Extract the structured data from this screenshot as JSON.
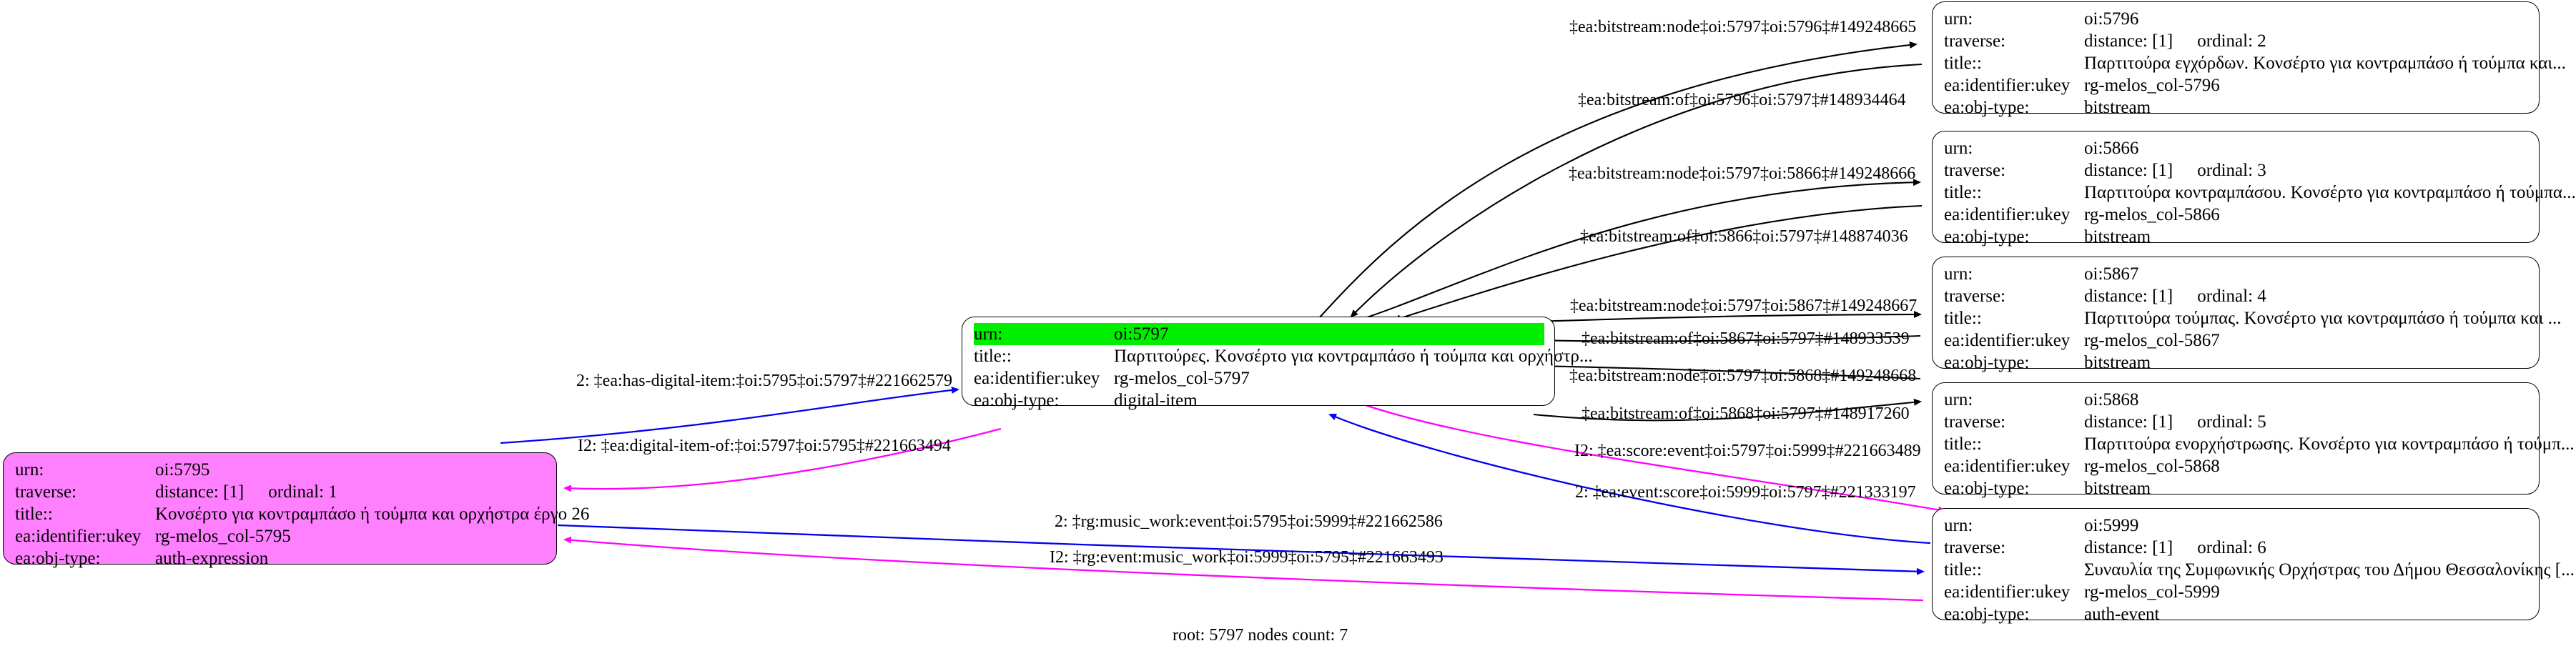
{
  "graph": {
    "caption": "root: 5797 nodes count: 7",
    "field_labels": {
      "urn": "urn:",
      "traverse": "traverse:",
      "title": "title::",
      "ukey": "ea:identifier:ukey",
      "objtype": "ea:obj-type:"
    },
    "colors": {
      "highlight": "#00ee00",
      "root_fill": "#ff80ff",
      "edge_black": "#000000",
      "edge_blue": "#0000ee",
      "edge_magenta": "#ff00ff",
      "node_border": "#000000",
      "background": "#ffffff"
    }
  },
  "nodes": [
    {
      "id": "oi:5797",
      "urn": "oi:5797",
      "traverse": null,
      "traverse_distance": null,
      "traverse_ordinal": null,
      "title": "Παρτιτούρες. Κονσέρτο για κοντραμπάσο ή τούμπα και ορχήστρ...",
      "ukey": "rg-melos_col-5797",
      "objtype": "digital-item"
    },
    {
      "id": "oi:5795",
      "urn": "oi:5795",
      "traverse_distance": "distance: [1]",
      "traverse_ordinal": "ordinal: 1",
      "title": "Κονσέρτο για κοντραμπάσο ή τούμπα και ορχήστρα έργο 26",
      "ukey": "rg-melos_col-5795",
      "objtype": "auth-expression"
    },
    {
      "id": "oi:5796",
      "urn": "oi:5796",
      "traverse_distance": "distance: [1]",
      "traverse_ordinal": "ordinal: 2",
      "title": "Παρτιτούρα εγχόρδων. Κονσέρτο για κοντραμπάσο ή τούμπα και...",
      "ukey": "rg-melos_col-5796",
      "objtype": "bitstream"
    },
    {
      "id": "oi:5866",
      "urn": "oi:5866",
      "traverse_distance": "distance: [1]",
      "traverse_ordinal": "ordinal: 3",
      "title": "Παρτιτούρα κοντραμπάσου. Κονσέρτο για κοντραμπάσο ή τούμπα...",
      "ukey": "rg-melos_col-5866",
      "objtype": "bitstream"
    },
    {
      "id": "oi:5867",
      "urn": "oi:5867",
      "traverse_distance": "distance: [1]",
      "traverse_ordinal": "ordinal: 4",
      "title": "Παρτιτούρα τούμπας. Κονσέρτο για κοντραμπάσο ή τούμπα και ...",
      "ukey": "rg-melos_col-5867",
      "objtype": "bitstream"
    },
    {
      "id": "oi:5868",
      "urn": "oi:5868",
      "traverse_distance": "distance: [1]",
      "traverse_ordinal": "ordinal: 5",
      "title": "Παρτιτούρα ενορχήστρωσης. Κονσέρτο για κοντραμπάσο ή τούμπ...",
      "ukey": "rg-melos_col-5868",
      "objtype": "bitstream"
    },
    {
      "id": "oi:5999",
      "urn": "oi:5999",
      "traverse_distance": "distance: [1]",
      "traverse_ordinal": "ordinal: 6",
      "title": "Συναυλία της Συμφωνικής Ορχήστρας του Δήμου Θεσσαλονίκης [...",
      "ukey": "rg-melos_col-5999",
      "objtype": "auth-event"
    }
  ],
  "edges": [
    {
      "id": "e1",
      "label": "‡ea:bitstream:node‡oi:5797‡oi:5796‡#149248665",
      "color": "#000000"
    },
    {
      "id": "e2",
      "label": "‡ea:bitstream:of‡oi:5796‡oi:5797‡#148934464",
      "color": "#000000"
    },
    {
      "id": "e3",
      "label": "‡ea:bitstream:node‡oi:5797‡oi:5866‡#149248666",
      "color": "#000000"
    },
    {
      "id": "e4",
      "label": "‡ea:bitstream:of‡oi:5866‡oi:5797‡#148874036",
      "color": "#000000"
    },
    {
      "id": "e5",
      "label": "‡ea:bitstream:node‡oi:5797‡oi:5867‡#149248667",
      "color": "#000000"
    },
    {
      "id": "e6",
      "label": "‡ea:bitstream:of‡oi:5867‡oi:5797‡#148933539",
      "color": "#000000"
    },
    {
      "id": "e7",
      "label": "‡ea:bitstream:node‡oi:5797‡oi:5868‡#149248668",
      "color": "#000000"
    },
    {
      "id": "e8",
      "label": "‡ea:bitstream:of‡oi:5868‡oi:5797‡#148917260",
      "color": "#000000"
    },
    {
      "id": "e9",
      "label": "2: ‡ea:has-digital-item:‡oi:5795‡oi:5797‡#221662579",
      "color": "#0000ee"
    },
    {
      "id": "e10",
      "label": "I2: ‡ea:digital-item-of:‡oi:5797‡oi:5795‡#221663494",
      "color": "#ff00ff"
    },
    {
      "id": "e11",
      "label": "I2: ‡ea:score:event‡oi:5797‡oi:5999‡#221663489",
      "color": "#ff00ff"
    },
    {
      "id": "e12",
      "label": "2: ‡ea:event:score‡oi:5999‡oi:5797‡#221333197",
      "color": "#0000ee"
    },
    {
      "id": "e13",
      "label": "2: ‡rg:music_work:event‡oi:5795‡oi:5999‡#221662586",
      "color": "#0000ee"
    },
    {
      "id": "e14",
      "label": "I2: ‡rg:event:music_work‡oi:5999‡oi:5795‡#221663493",
      "color": "#ff00ff"
    }
  ]
}
